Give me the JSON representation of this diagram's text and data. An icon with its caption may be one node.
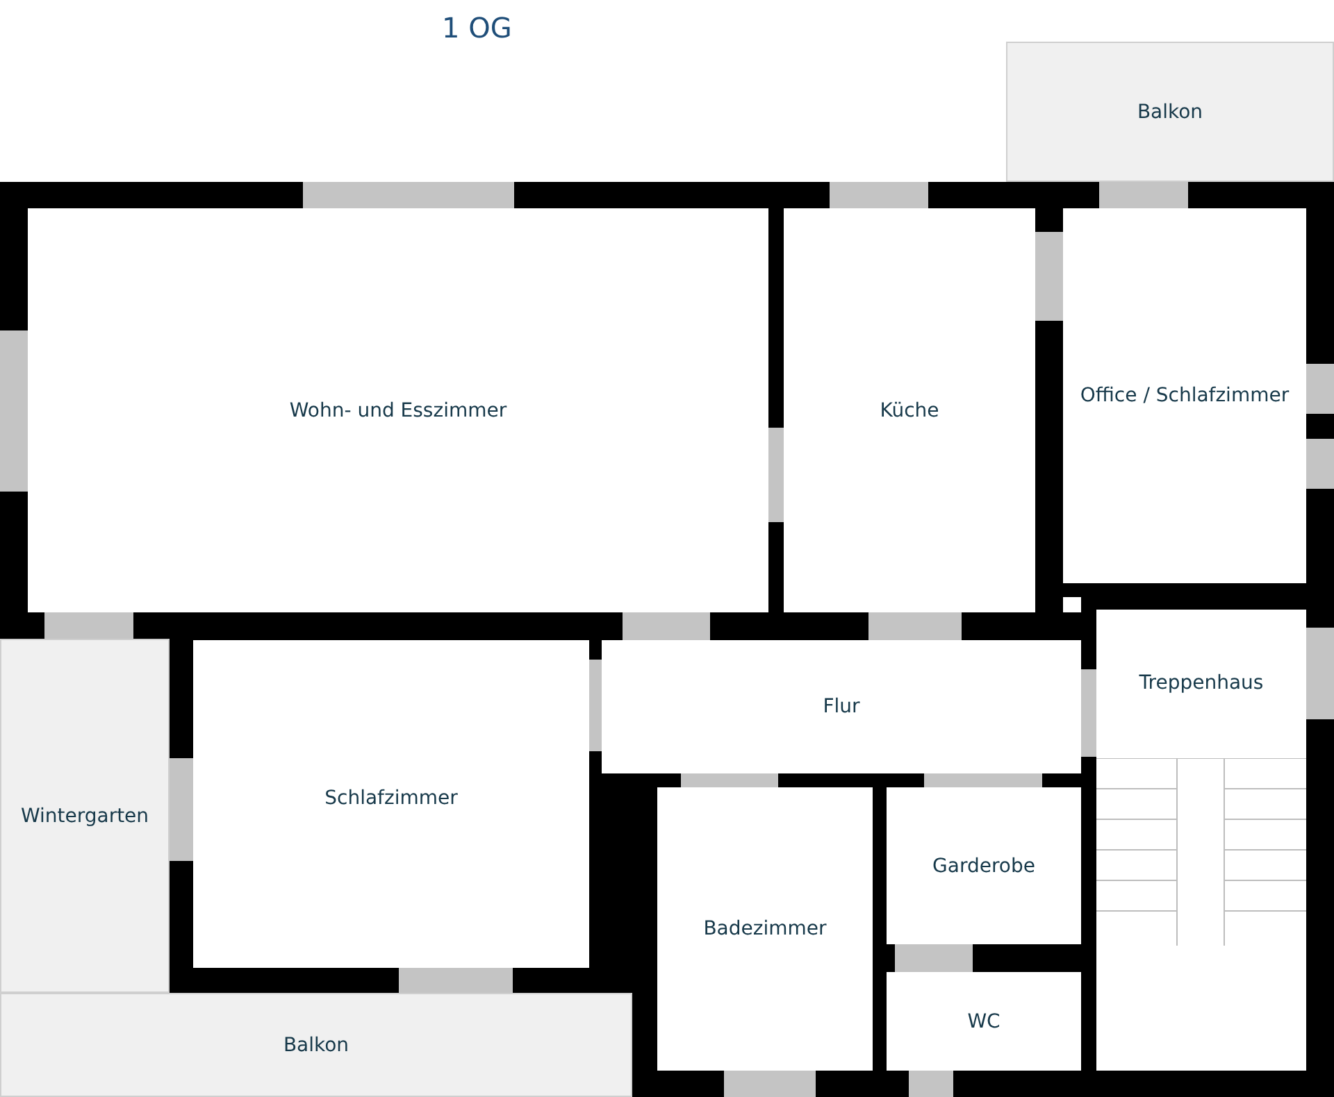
{
  "diagram": {
    "title": "1 OG",
    "nodes": [
      {
        "text": [
          "Balkon"
        ]
      },
      {
        "text": [
          "Wohn- und Esszimmer"
        ]
      },
      {
        "text": [
          "Küche"
        ]
      },
      {
        "text": [
          "Office / Schlafzimmer"
        ]
      },
      {
        "text": [
          "Treppenhaus"
        ]
      },
      {
        "text": [
          "Flur"
        ]
      },
      {
        "text": [
          "Schlafzimmer"
        ]
      },
      {
        "text": [
          "Wintergarten"
        ]
      },
      {
        "text": [
          "Garderobe"
        ]
      },
      {
        "text": [
          "Badezimmer"
        ]
      },
      {
        "text": [
          "WC"
        ]
      },
      {
        "text": [
          "Balkon"
        ]
      }
    ]
  }
}
